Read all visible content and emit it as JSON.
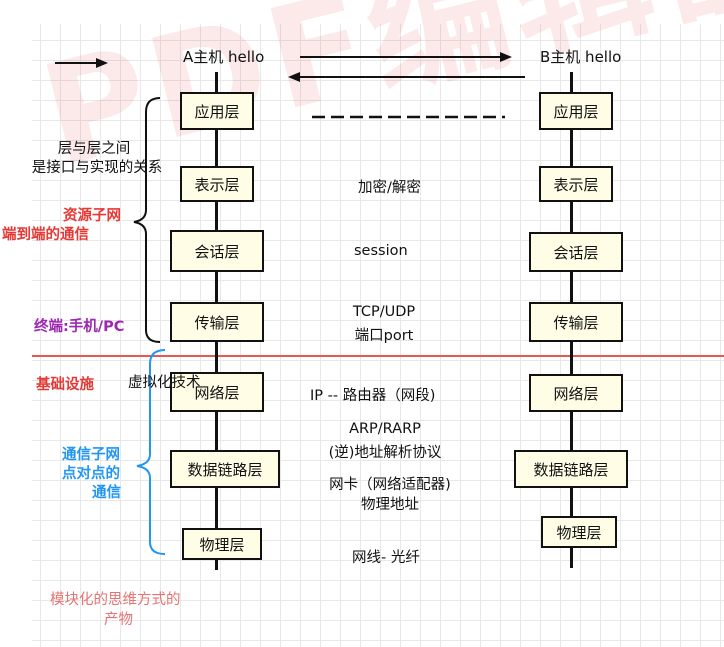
{
  "hosts": {
    "a": "A主机  hello",
    "b": "B主机 hello"
  },
  "layers_a": [
    "应用层",
    "表示层",
    "会话层",
    "传输层",
    "网络层",
    "数据链路层",
    "物理层"
  ],
  "layers_b": [
    "应用层",
    "表示层",
    "会话层",
    "传输层",
    "网络层",
    "数据链路层",
    "物理层"
  ],
  "middle_notes": {
    "presentation": "加密/解密",
    "session": "session",
    "transport_1": "TCP/UDP",
    "transport_2": "端口port",
    "network": "IP  -- 路由器（网段)",
    "arp_1": "ARP/RARP",
    "arp_2": "(逆)地址解析协议",
    "nic_1": "网卡（网络适配器)",
    "nic_2": "物理地址",
    "physical": "网线- 光纤"
  },
  "left_notes": {
    "interface_1": "层与层之间",
    "interface_2": "是接口与实现的关系",
    "resource_1": "资源子网",
    "resource_2": "端到端的通信",
    "terminal": "终端:手机/PC",
    "infra": "基础设施",
    "virtual": "虚拟化技术",
    "comm_1": "通信子网",
    "comm_2": "点对点的",
    "comm_3": "通信",
    "modular_1": "模块化的思维方式的",
    "modular_2": "产物"
  },
  "watermark": "PDF编辑器",
  "colors": {
    "red": "#e53935",
    "purple": "#9c27b0",
    "blue": "#2196f3",
    "box_fill": "#fffde6",
    "divider": "#e05a4f"
  }
}
